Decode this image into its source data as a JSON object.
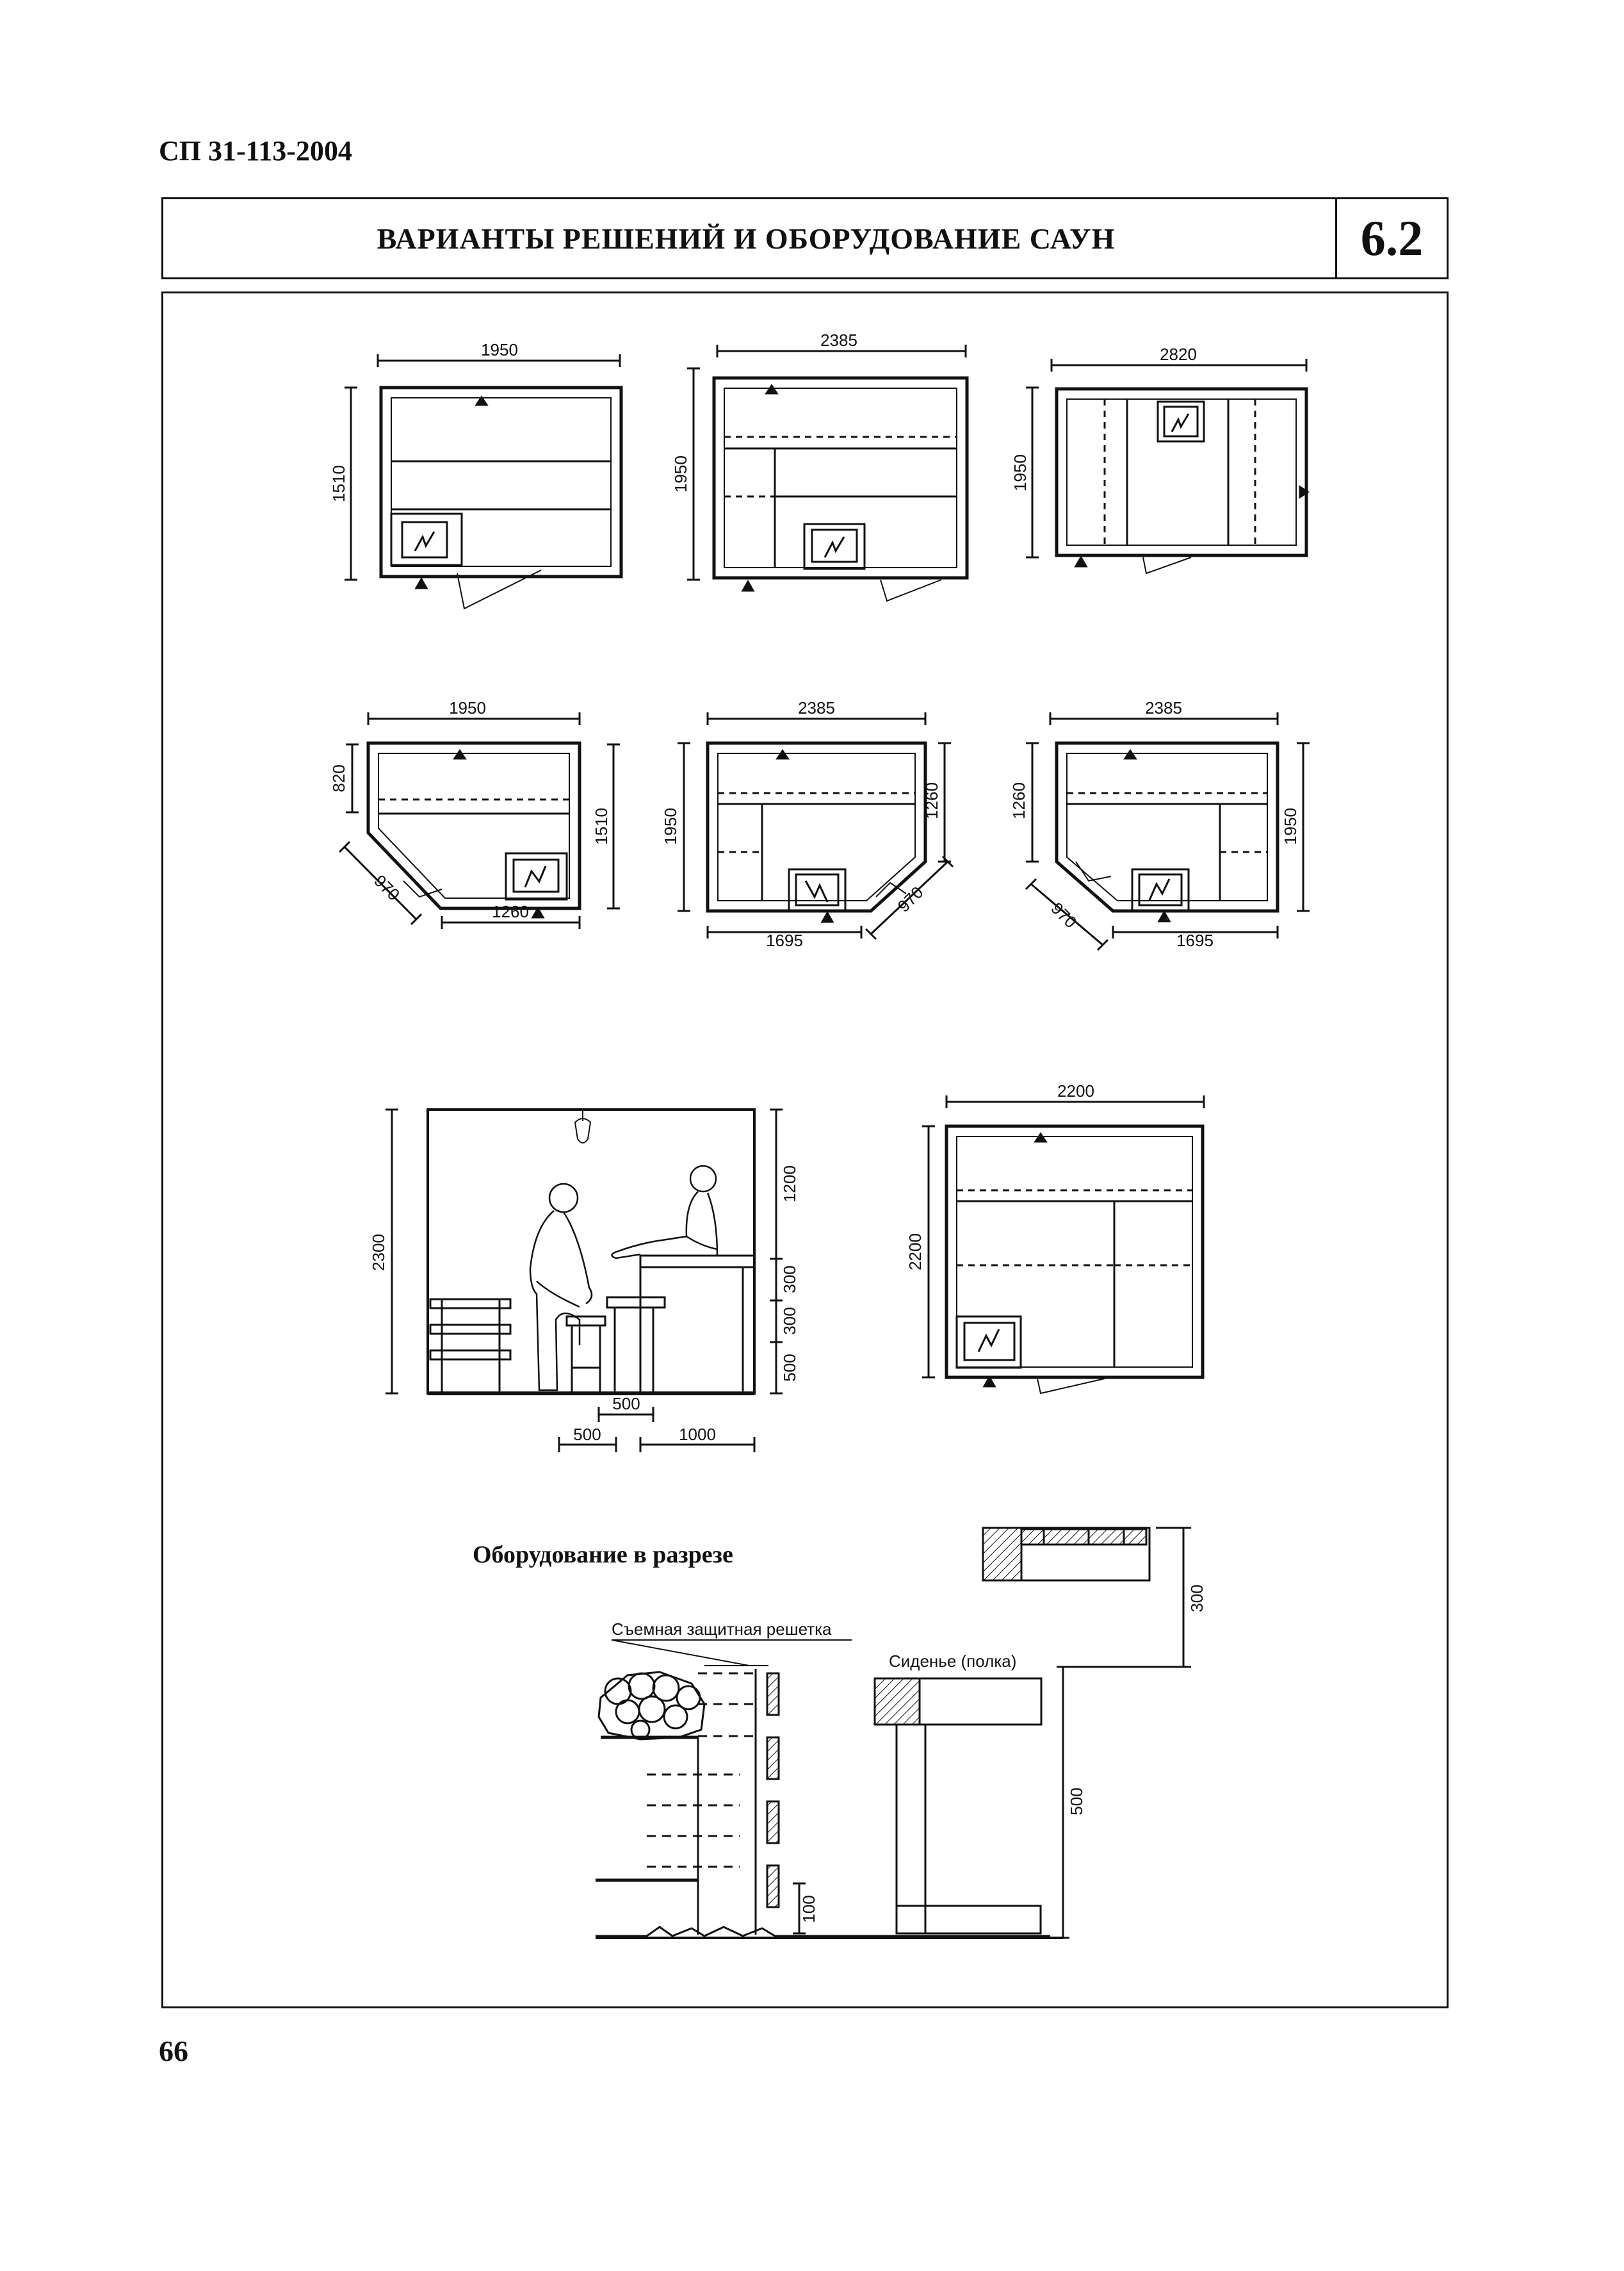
{
  "document_code": "СП 31-113-2004",
  "header": {
    "title": "ВАРИАНТЫ РЕШЕНИЙ И ОБОРУДОВАНИЕ САУН",
    "section_number": "6.2"
  },
  "plans": {
    "row1": {
      "plan1": {
        "width": "1950",
        "depth": "1510"
      },
      "plan2": {
        "width": "2385",
        "depth": "1950"
      },
      "plan3": {
        "width": "2820",
        "depth": "1950"
      }
    },
    "row2": {
      "plan4": {
        "width": "1950",
        "depth_left": "820",
        "depth_right": "1510",
        "diagonal": "970",
        "bottom": "1260"
      },
      "plan5": {
        "width": "2385",
        "depth_left": "1950",
        "depth_right": "1260",
        "diagonal": "970",
        "bottom": "1695"
      },
      "plan6": {
        "width": "2385",
        "depth_left": "1260",
        "depth_right": "1950",
        "diagonal": "970",
        "bottom": "1695"
      }
    },
    "section": {
      "height_total": "2300",
      "upper": "1200",
      "mid1": "300",
      "mid2": "300",
      "lower": "500",
      "step": "500",
      "bottom_left": "500",
      "bottom_right": "1000"
    },
    "plan7": {
      "width": "2200",
      "depth": "2200"
    }
  },
  "equipment": {
    "title": "Оборудование в разрезе",
    "grille_label": "Съемная защитная решетка",
    "seat_label": "Сиденье (полка)",
    "dim_300": "300",
    "dim_500": "500",
    "dim_100": "100"
  },
  "page_number": "66"
}
